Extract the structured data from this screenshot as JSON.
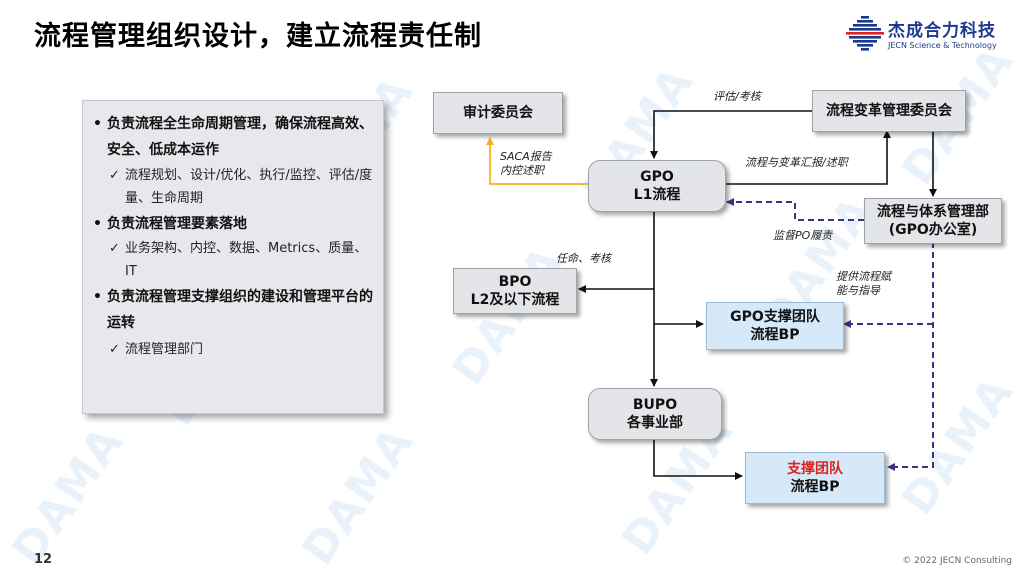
{
  "title": "流程管理组织设计，建立流程责任制",
  "logo": {
    "name": "杰成合力科技",
    "sub": "JECN Science & Technology"
  },
  "panel": {
    "bullet_mark": "•",
    "check_mark": "✓",
    "bullets": [
      {
        "text": "负责流程全生命周期管理，确保流程高效、安全、低成本运作"
      },
      {
        "text": "负责流程管理要素落地"
      },
      {
        "text": "负责流程管理支撑组织的建设和管理平台的运转"
      }
    ],
    "subs": [
      {
        "text": "流程规划、设计/优化、执行/监控、评估/度量、生命周期"
      },
      {
        "text": "业务架构、内控、数据、Metrics、质量、IT"
      },
      {
        "text": "流程管理部门"
      }
    ]
  },
  "boxes": {
    "audit": "审计委员会",
    "change_committee": "流程变革管理委员会",
    "gpo_line1": "GPO",
    "gpo_line2": "L1流程",
    "system_dept_line1": "流程与体系管理部",
    "system_dept_line2": "(GPO办公室)",
    "bpo_line1": "BPO",
    "bpo_line2": "L2及以下流程",
    "gpo_team_line1": "GPO支撑团队",
    "gpo_team_line2": "流程BP",
    "bupo_line1": "BUPO",
    "bupo_line2": "各事业部",
    "support_team_line1": "支撑团队",
    "support_team_line2": "流程BP"
  },
  "labels": {
    "evaluate": "评估/考核",
    "saca_line1": "SACA报告",
    "saca_line2": "内控述职",
    "report": "流程与变革汇报/述职",
    "supervise": "监督PO履责",
    "appoint": "任命、考核",
    "empower_line1": "提供流程赋",
    "empower_line2": "能与指导"
  },
  "footer": {
    "page": "12",
    "copyright": "© 2022 JECN Consulting"
  },
  "watermark": "DAMA",
  "colors": {
    "brand": "#1b3a8c",
    "highlight": "#e0241b",
    "saca_arrow": "#f2b41c",
    "dashed_arrow": "#3a3580"
  }
}
